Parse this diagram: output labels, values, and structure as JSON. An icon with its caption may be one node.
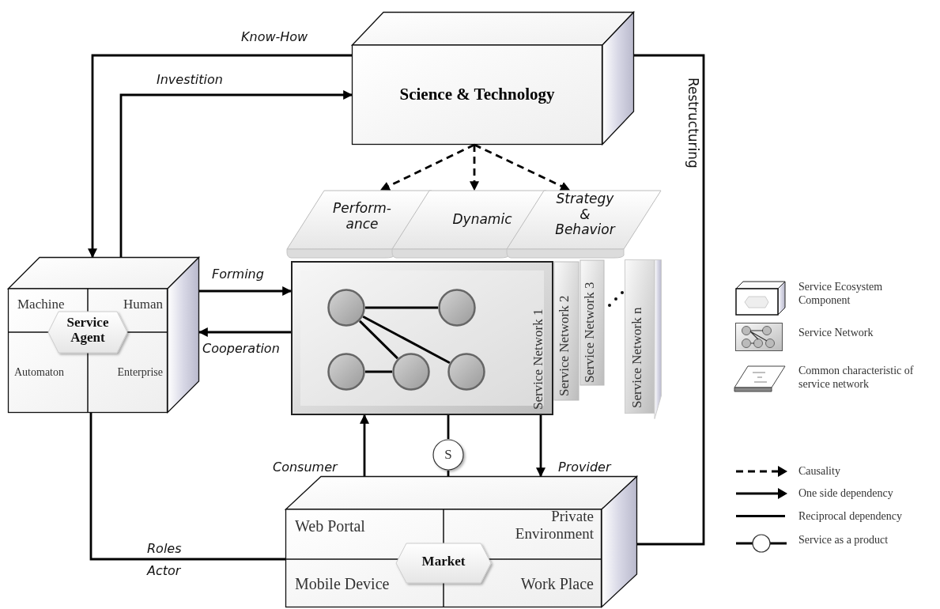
{
  "diagram": {
    "nodes": [
      {
        "text": [
          "Science & Technology"
        ]
      },
      {
        "text": [
          "Machine",
          "Human",
          "Service Agent",
          "Automaton",
          "Enterprise"
        ]
      },
      {
        "text": [
          "Perform- ance"
        ]
      },
      {
        "text": [
          "Dynamic"
        ]
      },
      {
        "text": [
          "Strategy & Behavior"
        ]
      },
      {
        "text": [
          "Service Network 1"
        ]
      },
      {
        "text": [
          "Service Network 2"
        ]
      },
      {
        "text": [
          "Service Network 3"
        ]
      },
      {
        "text": [
          "Service Network n"
        ]
      },
      {
        "text": [],
        "shape": "circle",
        "in": 5
      },
      {
        "text": [],
        "shape": "circle",
        "in": 5
      },
      {
        "text": [],
        "shape": "circle",
        "in": 5
      },
      {
        "text": [],
        "shape": "circle",
        "in": 5
      },
      {
        "text": [],
        "shape": "circle",
        "in": 5
      },
      {
        "text": [
          "S"
        ]
      },
      {
        "text": [
          "Web Portal",
          "Private Environment",
          "Market",
          "Mobile Device",
          "Work Place"
        ]
      }
    ],
    "edges": [
      {
        "from": 0,
        "to": 1,
        "arrow": "to",
        "label": "Know-How"
      },
      {
        "from": 1,
        "to": 0,
        "arrow": "to",
        "label": "Investition"
      },
      {
        "from": 0,
        "to": 2,
        "arrow": "to",
        "style": "dashed"
      },
      {
        "from": 0,
        "to": 3,
        "arrow": "to",
        "style": "dashed"
      },
      {
        "from": 0,
        "to": 4,
        "arrow": "to",
        "style": "dashed"
      },
      {
        "from": 1,
        "to": 5,
        "arrow": "to",
        "label": "Forming"
      },
      {
        "from": 5,
        "to": 1,
        "arrow": "to",
        "label": "Cooperation"
      },
      {
        "from": 9,
        "to": 10,
        "arrow": "none"
      },
      {
        "from": 9,
        "to": 12,
        "arrow": "none"
      },
      {
        "from": 9,
        "to": 13,
        "arrow": "none"
      },
      {
        "from": 11,
        "to": 12,
        "arrow": "none"
      },
      {
        "from": 15,
        "to": 5,
        "arrow": "to",
        "label": "Consumer"
      },
      {
        "from": 5,
        "to": 14,
        "arrow": "none"
      },
      {
        "from": 14,
        "to": 15,
        "arrow": "none"
      },
      {
        "from": 5,
        "to": 15,
        "arrow": "to",
        "label": "Provider"
      },
      {
        "from": 15,
        "to": 0,
        "arrow": "none",
        "label": "Restructuring"
      },
      {
        "from": 1,
        "to": 15,
        "arrow": "none",
        "label": "Roles Actor"
      }
    ],
    "legend": [
      {
        "text": "Service Ecosystem Component"
      },
      {
        "text": "Service Network"
      },
      {
        "text": "Common characteristic of service network"
      },
      {
        "text": "Causality"
      },
      {
        "text": "One side dependency"
      },
      {
        "text": "Reciprocal dependency"
      },
      {
        "text": "Service as a product"
      }
    ]
  }
}
